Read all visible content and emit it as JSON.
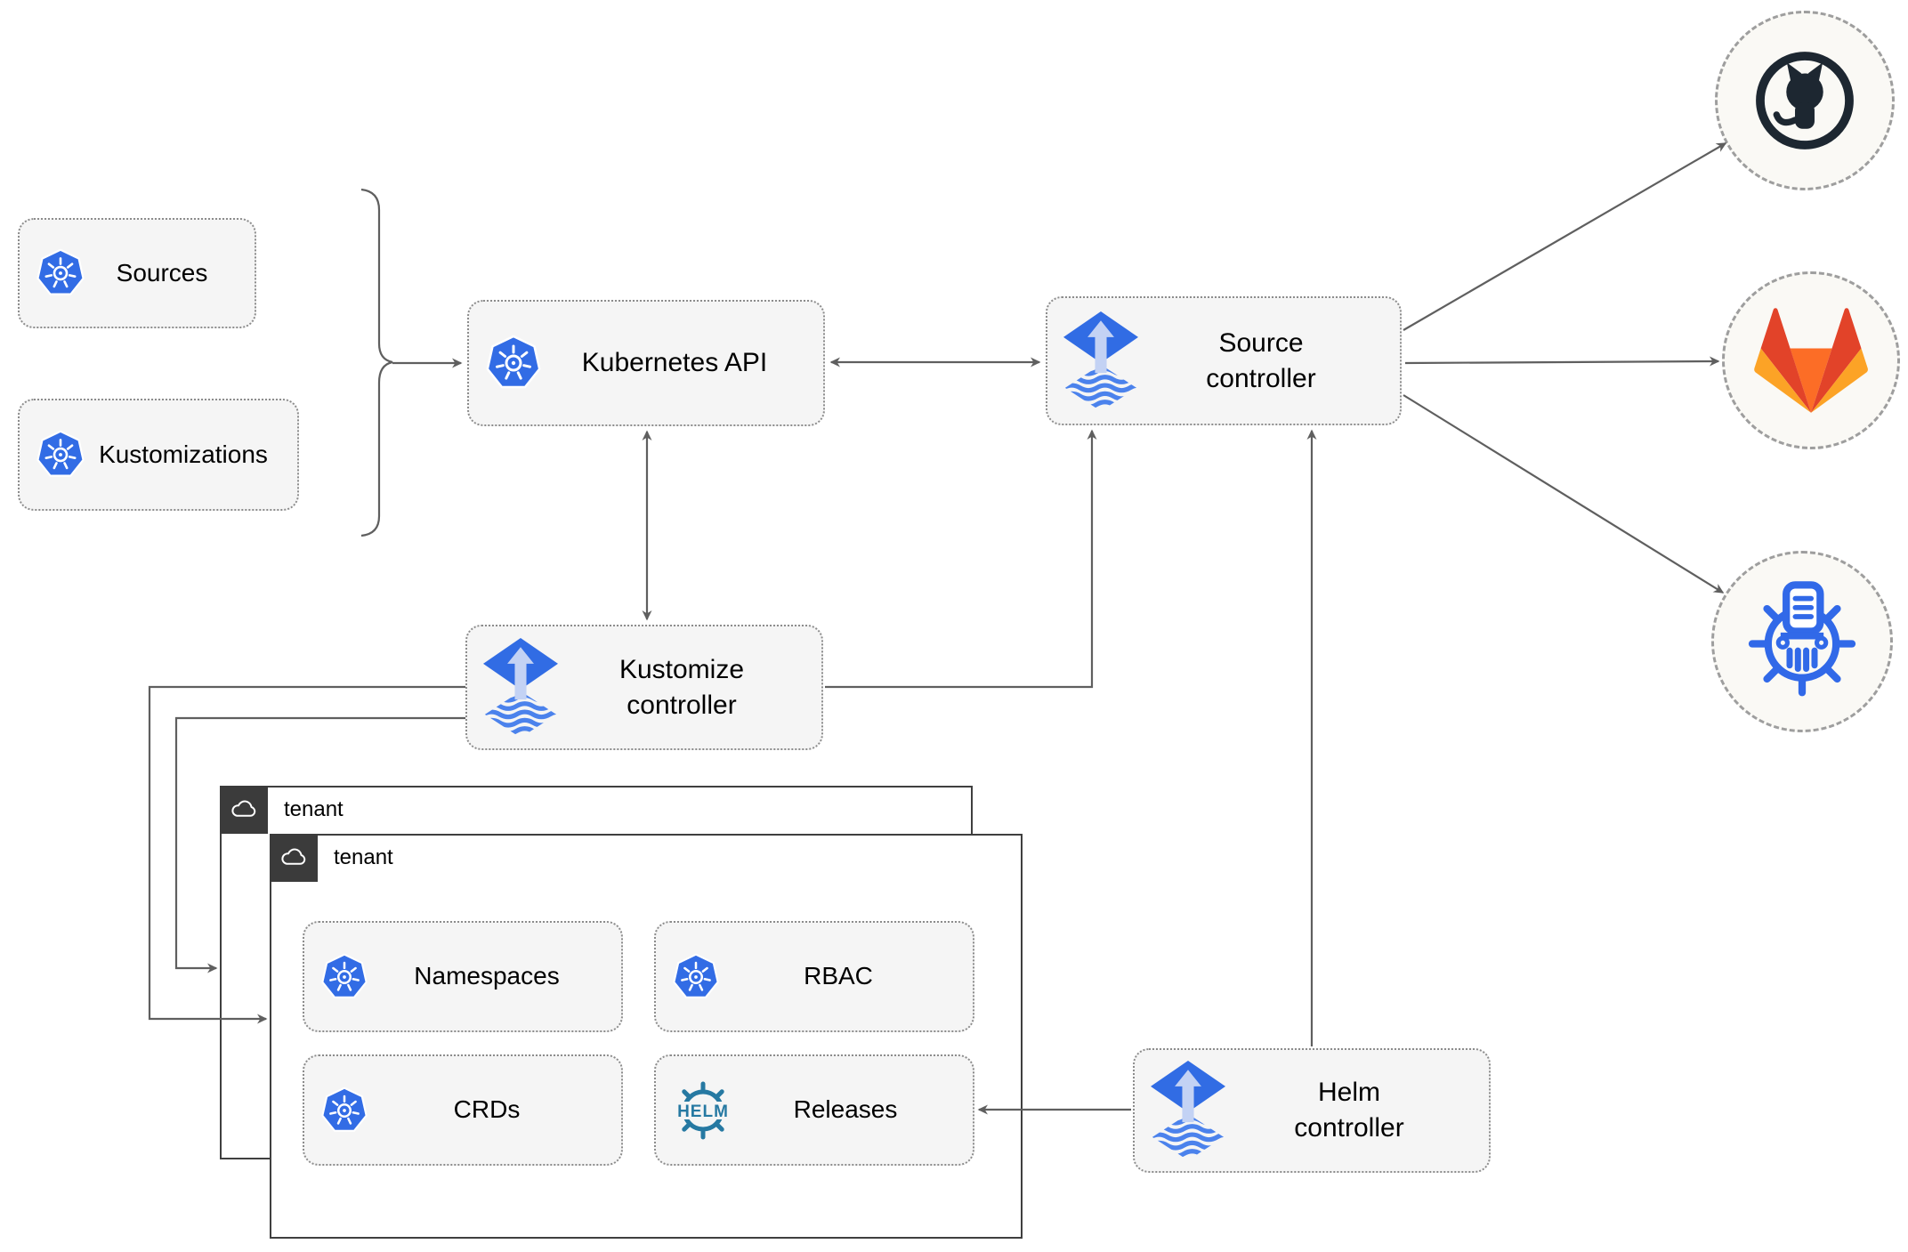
{
  "nodes": {
    "sources": {
      "label": "Sources",
      "icon": "kubernetes-icon"
    },
    "kustomizations": {
      "label": "Kustomizations",
      "icon": "kubernetes-icon"
    },
    "kubernetes_api": {
      "label": "Kubernetes API",
      "icon": "kubernetes-icon"
    },
    "source_controller": {
      "label": "Source\ncontroller",
      "icon": "flux-icon"
    },
    "kustomize_controller": {
      "label": "Kustomize\ncontroller",
      "icon": "flux-icon"
    },
    "helm_controller": {
      "label": "Helm\ncontroller",
      "icon": "flux-icon"
    },
    "namespaces": {
      "label": "Namespaces",
      "icon": "kubernetes-icon"
    },
    "rbac": {
      "label": "RBAC",
      "icon": "kubernetes-icon"
    },
    "crds": {
      "label": "CRDs",
      "icon": "kubernetes-icon"
    },
    "releases": {
      "label": "Releases",
      "icon": "helm-icon"
    }
  },
  "containers": {
    "tenant_back": {
      "label": "tenant",
      "icon": "cloud-icon"
    },
    "tenant_front": {
      "label": "tenant",
      "icon": "cloud-icon"
    }
  },
  "endpoints": {
    "github": {
      "icon": "github-icon"
    },
    "gitlab": {
      "icon": "gitlab-icon"
    },
    "chartmuseum": {
      "icon": "chartmuseum-icon"
    }
  },
  "helm_logo_text": "HELM",
  "colors": {
    "kubernetes_blue": "#326CE5",
    "flux_blue": "#316CE4",
    "flux_light": "#C3D2F4",
    "helm_teal": "#2679A2",
    "github_dark": "#1D2731",
    "gitlab_red": "#E24329",
    "gitlab_orange": "#FC6D26",
    "gitlab_amber": "#FCA326",
    "chartmuseum_blue": "#3169E8",
    "connector_gray": "#5F5F5F",
    "node_fill": "#F5F5F5",
    "tenant_border": "#3F3F3F"
  }
}
